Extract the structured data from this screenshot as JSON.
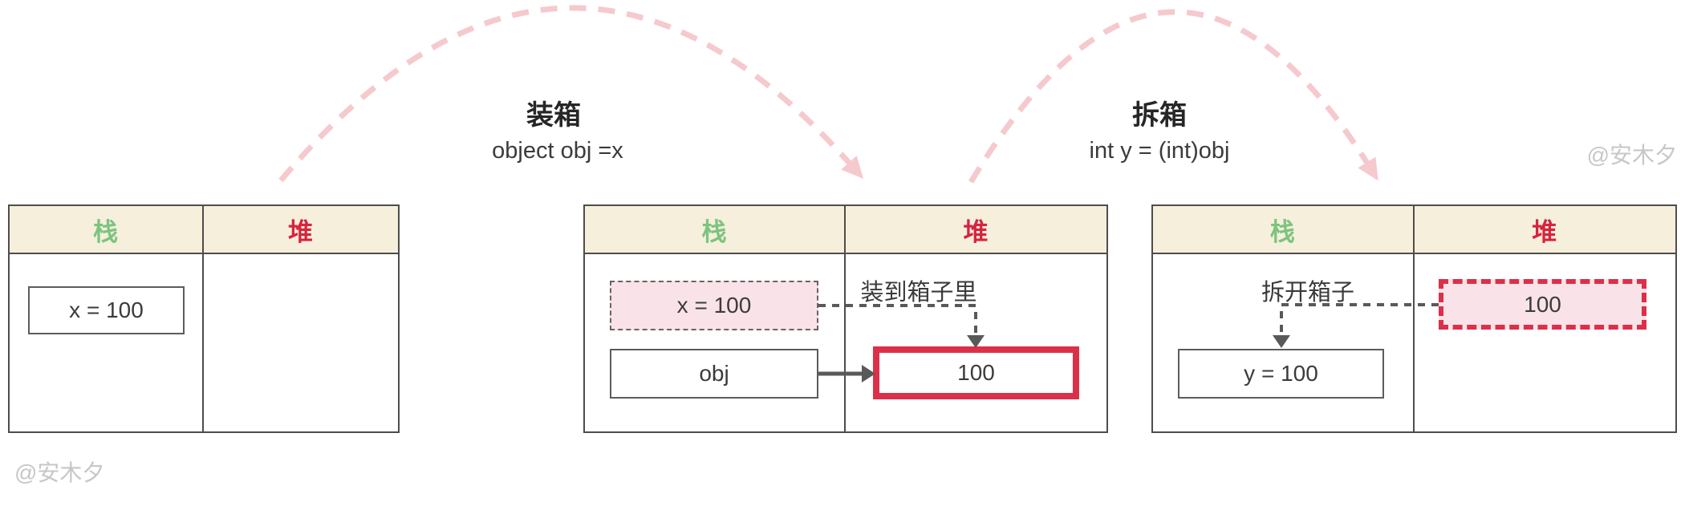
{
  "annotations": {
    "boxing_title": "装箱",
    "boxing_code": "object obj =x",
    "unboxing_title": "拆箱",
    "unboxing_code": "int y = (int)obj",
    "watermark_top": "@安木夕",
    "watermark_bottom": "@安木夕"
  },
  "colors": {
    "header_bg": "#f6efdc",
    "stack_green": "#7cc47f",
    "heap_red": "#d6243f",
    "accent_red": "#dc2f49",
    "pink_fill": "#fae3e8",
    "arc_pink": "#f5c9cd",
    "arrow_gray": "#595959",
    "table_border": "#4d4d4d"
  },
  "tables": [
    {
      "name": "before-boxing",
      "stack_header": "栈",
      "heap_header": "堆",
      "stack_box": "x = 100"
    },
    {
      "name": "boxing",
      "stack_header": "栈",
      "heap_header": "堆",
      "stack_value_box": "x = 100",
      "stack_ref_box": "obj",
      "heap_box": "100",
      "heap_note": "装到箱子里"
    },
    {
      "name": "unboxing",
      "stack_header": "栈",
      "heap_header": "堆",
      "stack_note": "拆开箱子",
      "stack_box": "y = 100",
      "heap_box": "100"
    }
  ]
}
